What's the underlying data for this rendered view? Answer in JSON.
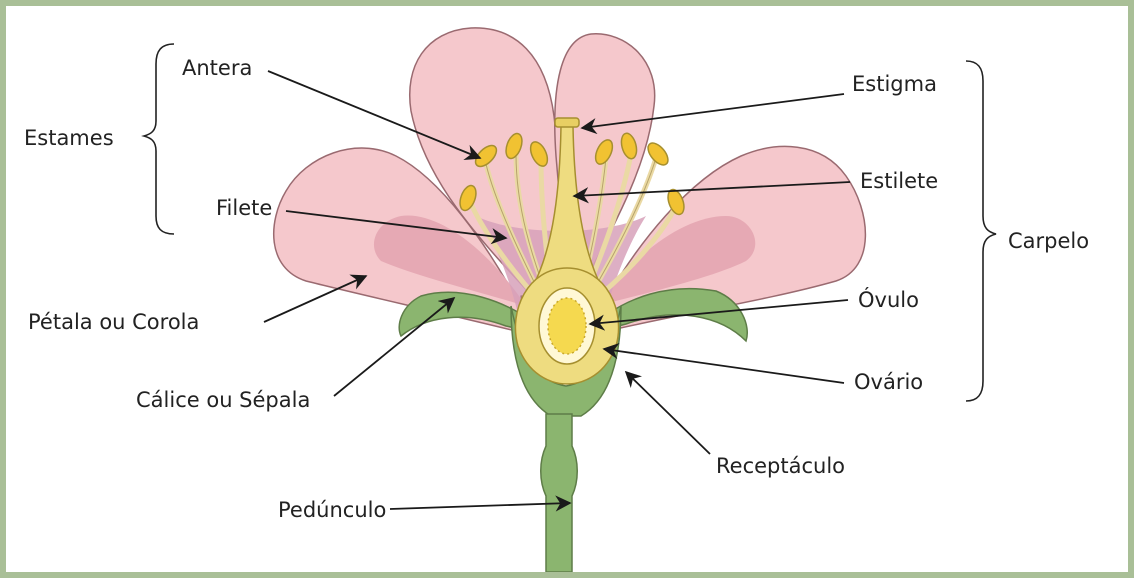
{
  "labels": {
    "antera": "Antera",
    "estames": "Estames",
    "filete": "Filete",
    "petala": "Pétala ou Corola",
    "calice": "Cálice ou Sépala",
    "pedunculo": "Pedúnculo",
    "estigma": "Estigma",
    "estilete": "Estilete",
    "carpelo": "Carpelo",
    "ovulo": "Óvulo",
    "ovario": "Ovário",
    "receptaculo": "Receptáculo"
  },
  "colors": {
    "frame": "#a9bf97",
    "petal": "#f5c8cc",
    "petal_shade": "#e6a9b4",
    "petal_inner": "#d7a1ba",
    "petal_edge": "#9a6a70",
    "stem": "#8bb56f",
    "stem_edge": "#5e7d48",
    "carpel": "#eedc80",
    "carpel_edge": "#a68f2f",
    "anther": "#f1c232",
    "filament": "#ead9a4",
    "arrow": "#1a1a1a",
    "text": "#222222"
  }
}
